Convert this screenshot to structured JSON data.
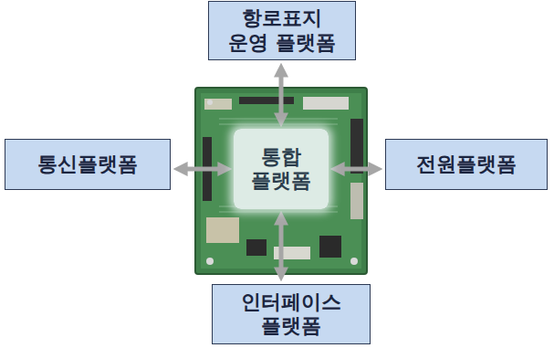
{
  "diagram": {
    "nodes": [
      {
        "text": [
          "항로표지 운영 플랫폼"
        ]
      },
      {
        "text": [
          "통신플랫폼"
        ]
      },
      {
        "text": [
          "통합 플랫폼"
        ]
      },
      {
        "text": [
          "전원플랫폼"
        ]
      },
      {
        "text": [
          "인터페이스 플랫폼"
        ]
      }
    ],
    "edges": [
      {
        "from": 2,
        "to": 0,
        "arrow": "both"
      },
      {
        "from": 2,
        "to": 1,
        "arrow": "both"
      },
      {
        "from": 2,
        "to": 3,
        "arrow": "both"
      },
      {
        "from": 2,
        "to": 4,
        "arrow": "both"
      }
    ]
  }
}
